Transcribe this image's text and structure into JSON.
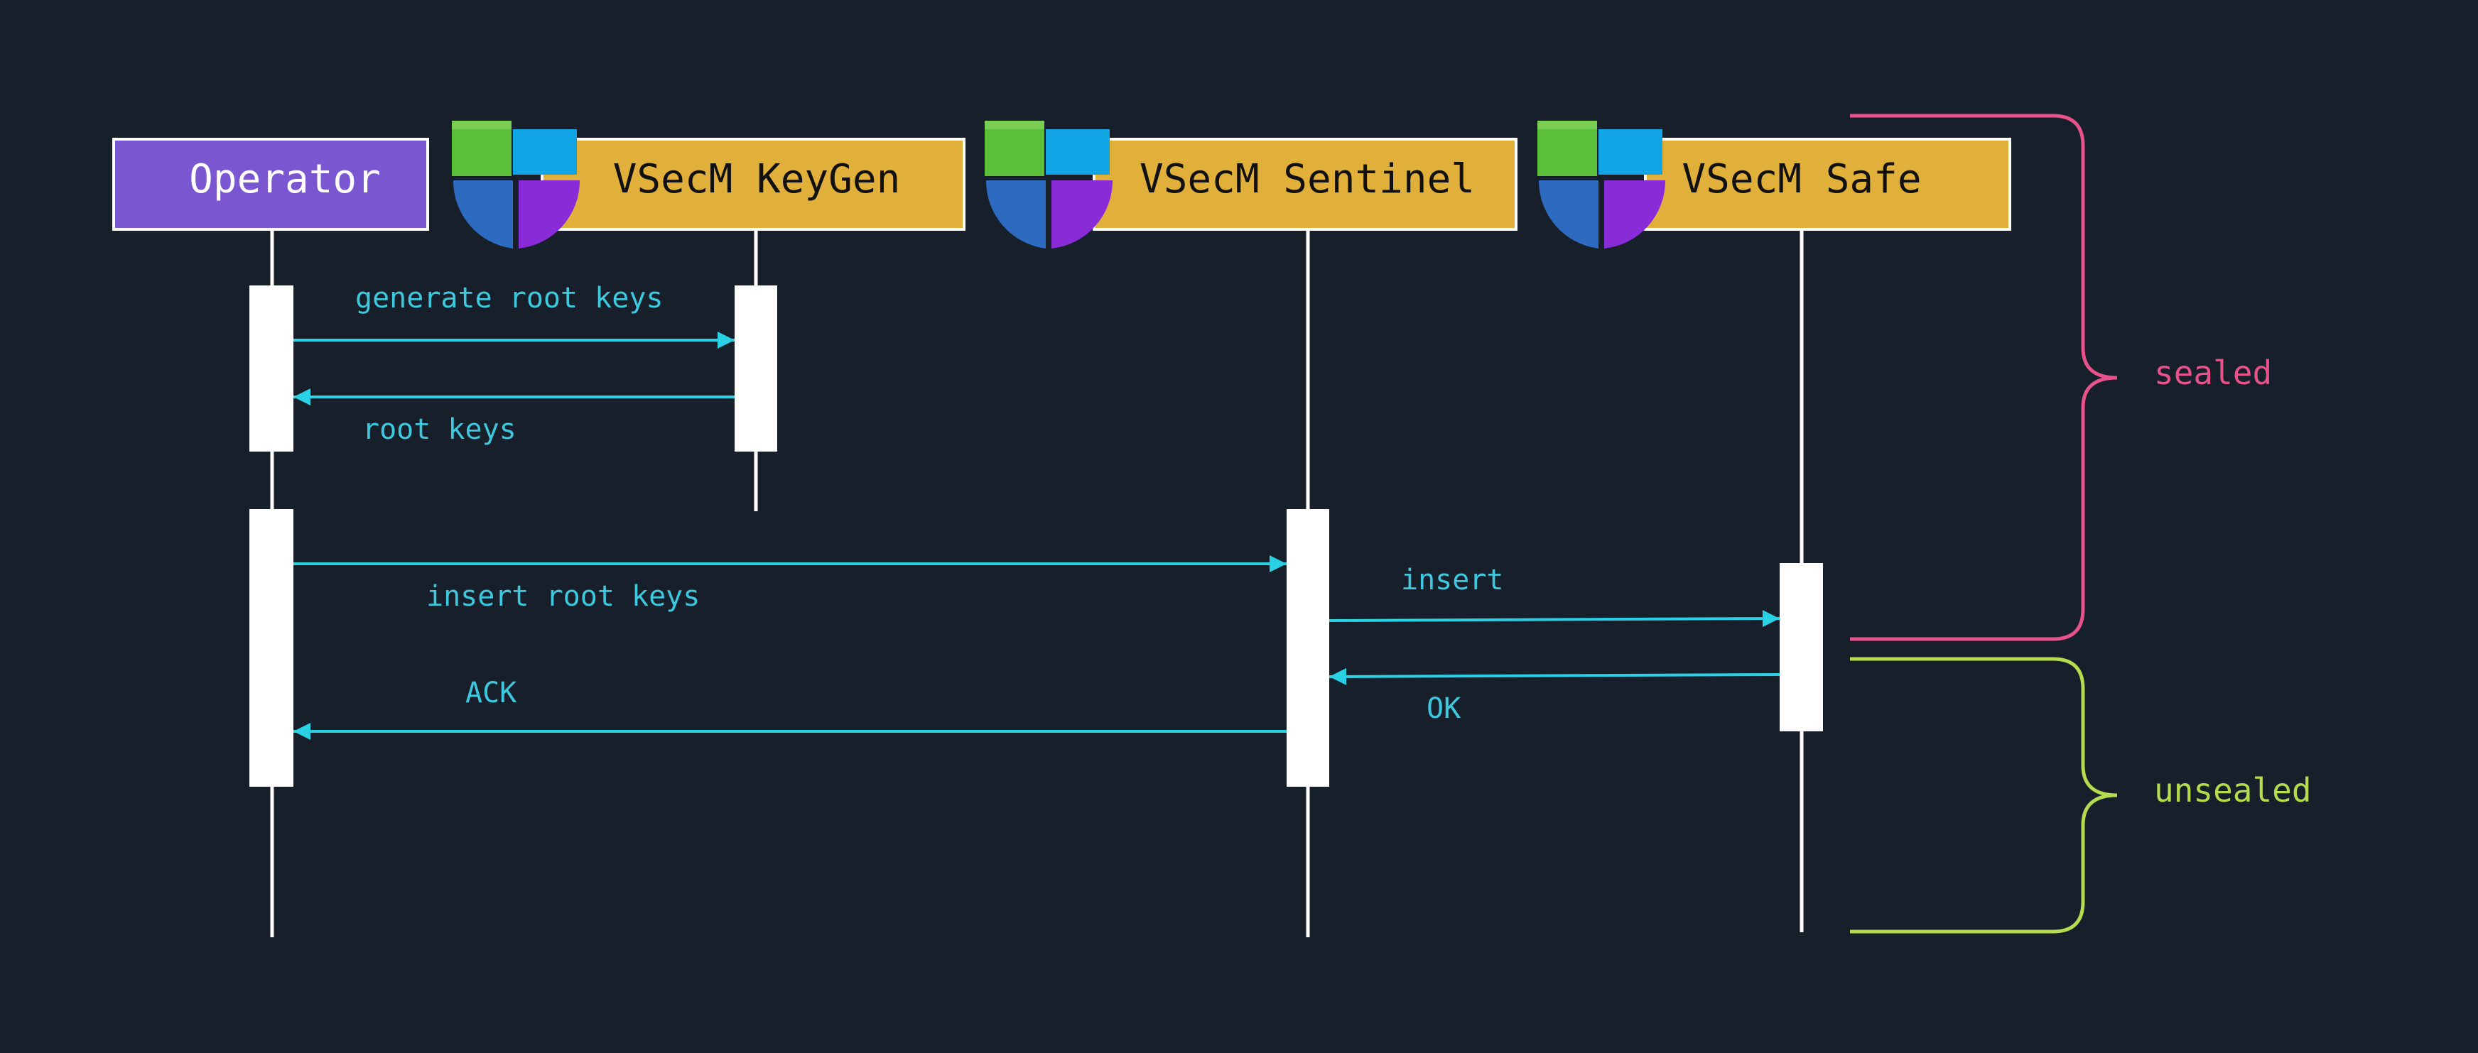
{
  "diagram": {
    "participants": [
      {
        "id": "operator",
        "label": "Operator",
        "has_logo": false
      },
      {
        "id": "keygen",
        "label": "VSecM KeyGen",
        "has_logo": true
      },
      {
        "id": "sentinel",
        "label": "VSecM Sentinel",
        "has_logo": true
      },
      {
        "id": "safe",
        "label": "VSecM Safe",
        "has_logo": true
      }
    ],
    "messages": [
      {
        "from": "operator",
        "to": "keygen",
        "label": "generate root keys"
      },
      {
        "from": "keygen",
        "to": "operator",
        "label": "root keys"
      },
      {
        "from": "operator",
        "to": "sentinel",
        "label": "insert root keys"
      },
      {
        "from": "sentinel",
        "to": "safe",
        "label": "insert"
      },
      {
        "from": "safe",
        "to": "sentinel",
        "label": "OK"
      },
      {
        "from": "sentinel",
        "to": "operator",
        "label": "ACK"
      }
    ],
    "phases": [
      {
        "label": "sealed",
        "color": "#e8528a"
      },
      {
        "label": "unsealed",
        "color": "#b5dc4f"
      }
    ]
  },
  "colors": {
    "background": "#171f2b",
    "operator_box": "#7a57d1",
    "vsecm_box": "#e1b03a",
    "arrow": "#2ad0e3",
    "label": "#3ec8de",
    "lifeline": "#ffffff",
    "activation": "#ffffff"
  }
}
